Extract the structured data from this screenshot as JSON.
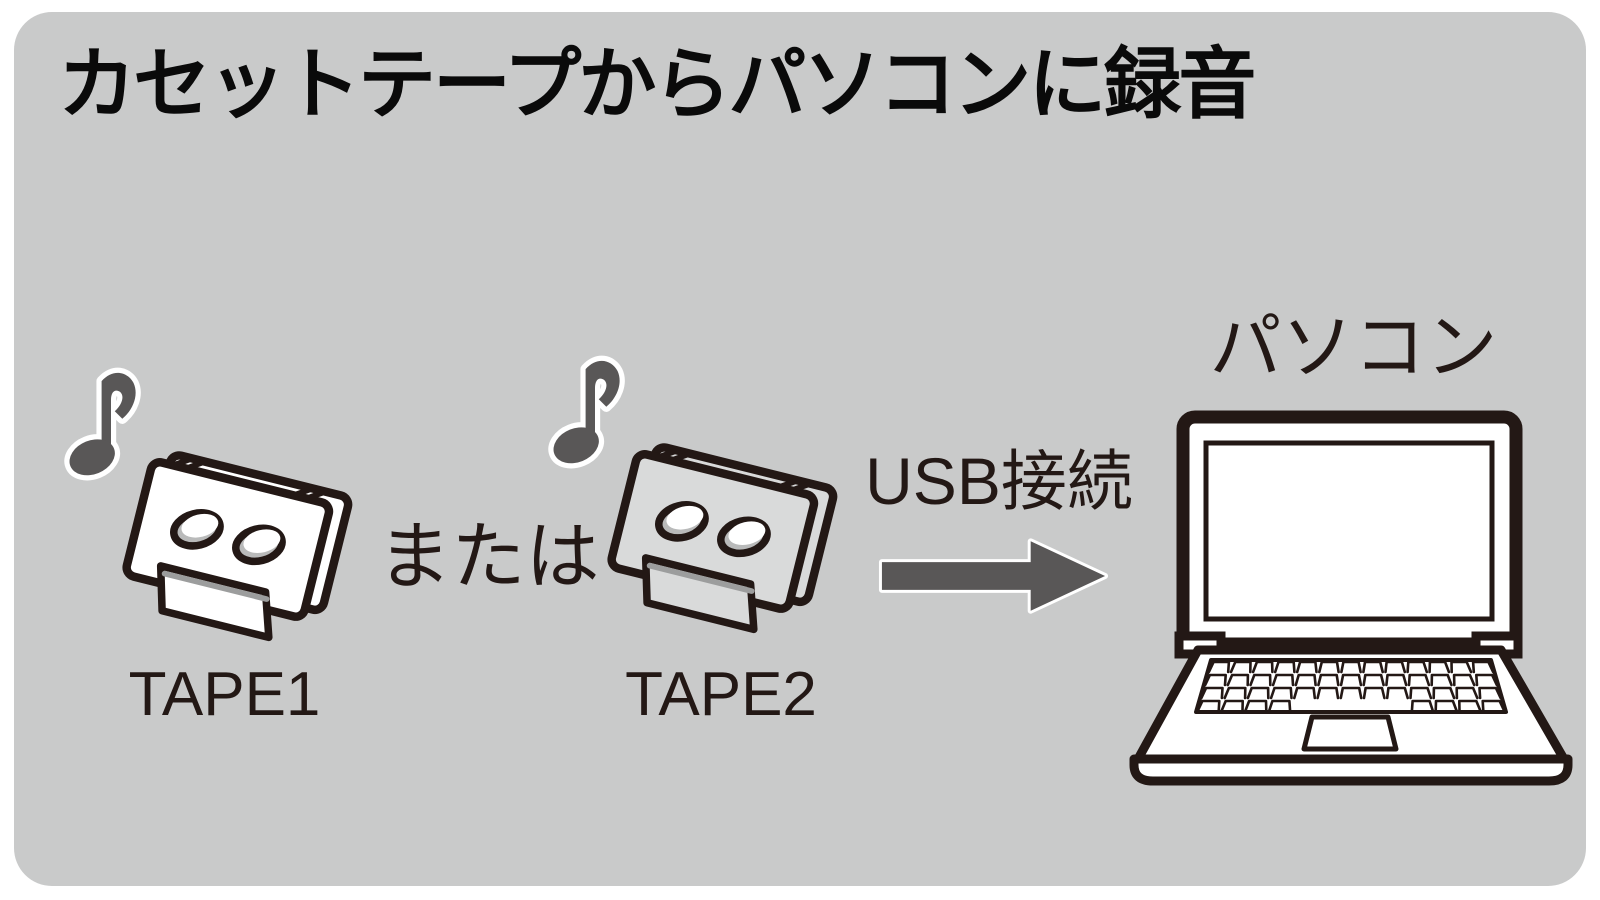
{
  "panel": {
    "title": "カセットテープからパソコンに録音"
  },
  "tapes": {
    "tape1_label": "TAPE1",
    "tape2_label": "TAPE2",
    "or_text": "または"
  },
  "connection": {
    "usb_label": "USB接続"
  },
  "computer": {
    "pc_label": "パソコン"
  },
  "icons": {
    "note": "music-note-icon",
    "tape": "cassette-tape-icon",
    "arrow": "right-arrow-icon",
    "laptop": "laptop-icon"
  },
  "colors": {
    "panel_bg": "#c9caca",
    "ink": "#231815",
    "accent_gray": "#595757",
    "tape2_body": "#d9dada",
    "paper": "#ffffff"
  }
}
